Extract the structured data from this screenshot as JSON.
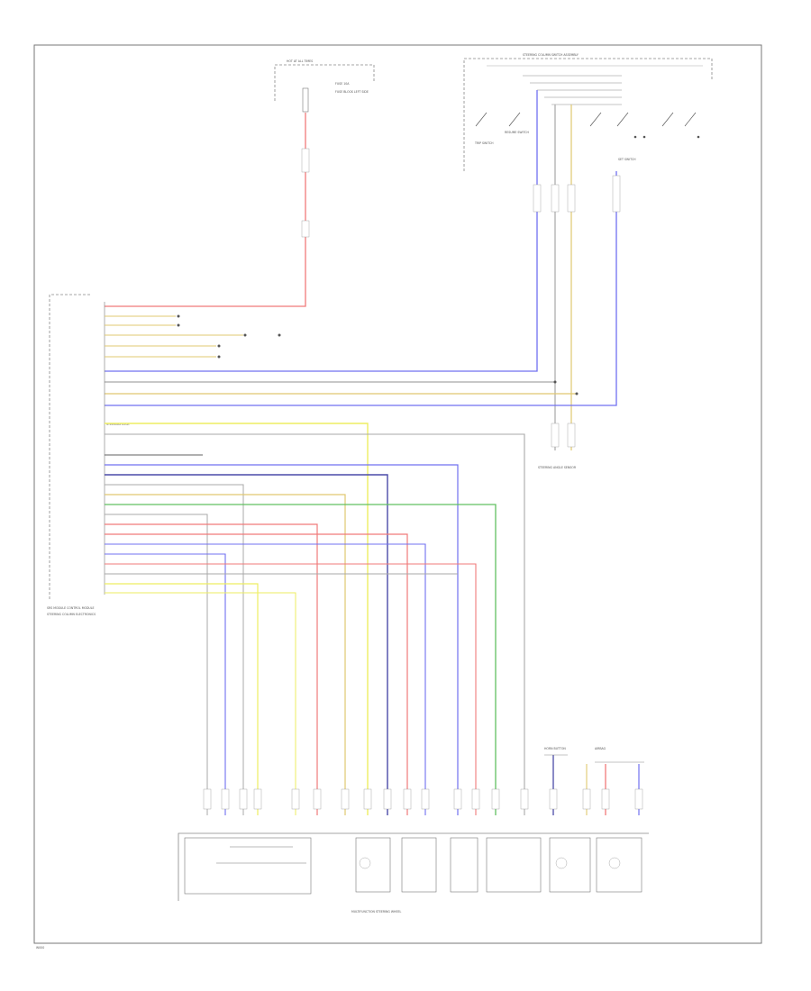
{
  "wire_colors": {
    "red": "#f07a7a",
    "blue": "#7070f0",
    "yellow": "#eeee60",
    "green": "#60c060",
    "tan": "#e0c870",
    "gray": "#a8a8a8",
    "dark": "#606060",
    "navy": "#4a4aa8",
    "pink": "#f4a0a0"
  },
  "labels": {
    "fuse_box": "HOT AT ALL TIMES",
    "fuse": "FUSE 10A",
    "fuse_desc": "FUSE BLOCK LEFT SIDE",
    "switch_assembly": "STEERING COLUMN SWITCH ASSEMBLY",
    "switch_a": "TRIP SWITCH",
    "switch_b": "RESUME SWITCH",
    "switch_c": "SET SWITCH",
    "ground_note": "STEERING ANGLE SENSOR",
    "module": "SRS MODULE CONTROL MODULE",
    "module_sub": "STEERING COLUMN ELECTRONICS",
    "connector_note": "STEERING LOCK",
    "bottom_assembly": "MULTIFUNCTION STEERING WHEEL",
    "horn_label": "HORN BUTTON",
    "airbag_label": "AIRBAG",
    "ref": "W000"
  }
}
